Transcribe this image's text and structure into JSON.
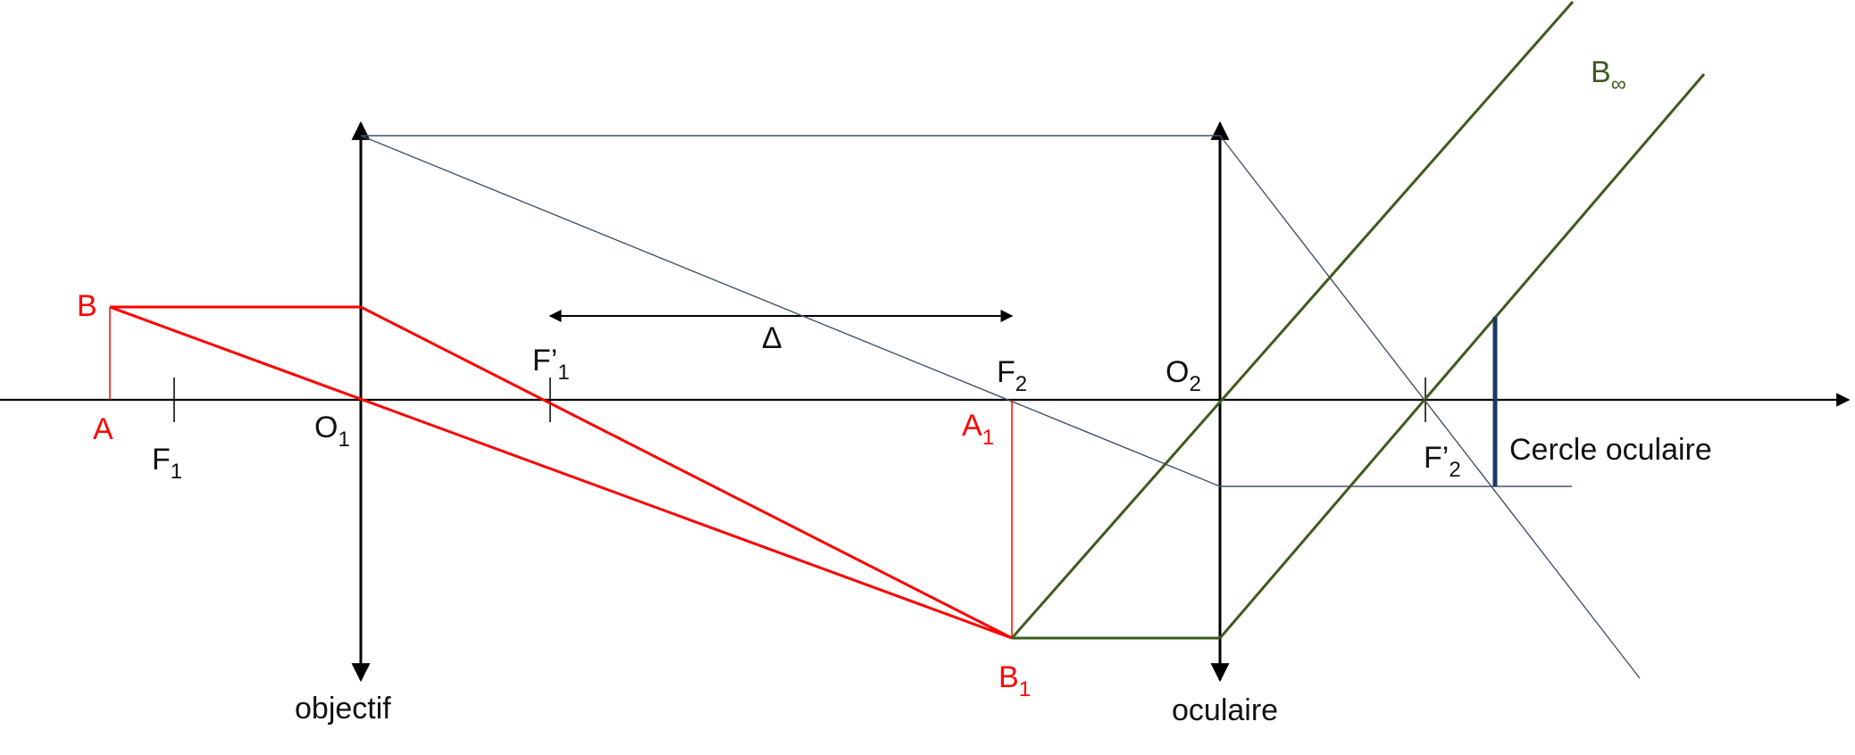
{
  "colors": {
    "axis": "#000000",
    "object_rays": "#ff0000",
    "emergent_rays": "#3e5a1e",
    "construction_rays": "#44546a",
    "eye_circle": "#1f3864"
  },
  "labels": {
    "B": "B",
    "A": "A",
    "F1_main": "F",
    "F1_sub": "1",
    "O1_main": "O",
    "O1_sub": "1",
    "F1p_main": "F’",
    "F1p_sub": "1",
    "delta": "Δ",
    "F2_main": "F",
    "F2_sub": "2",
    "A1_main": "A",
    "A1_sub": "1",
    "B1_main": "B",
    "B1_sub": "1",
    "O2_main": "O",
    "O2_sub": "2",
    "F2p_main": "F’",
    "F2p_sub": "2",
    "Binf_main": "B",
    "Binf_sub": "∞",
    "eye_circle": "Cercle oculaire",
    "objective": "objectif",
    "eyepiece": "oculaire"
  }
}
